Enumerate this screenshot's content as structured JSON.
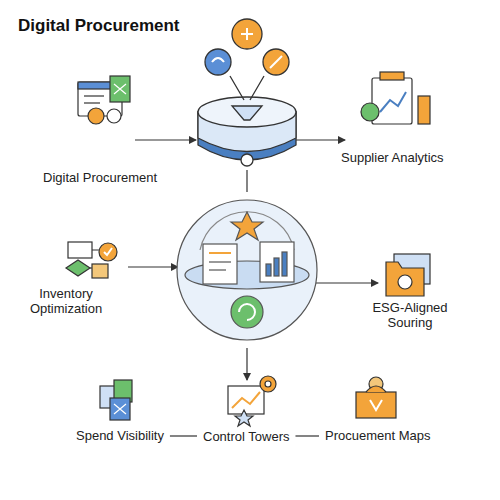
{
  "diagram": {
    "title": "Digital Procurement",
    "nodes": [
      {
        "text": [
          "Digital Procurement"
        ]
      },
      {
        "text": [
          "Supplier Analytics"
        ]
      },
      {
        "text": [
          "Inventory Optimization"
        ]
      },
      {
        "text": [
          "ESG-Aligned Souring"
        ]
      },
      {
        "text": [
          "Spend Visibility"
        ]
      },
      {
        "text": [
          "Control Towers"
        ]
      },
      {
        "text": [
          "Procuement Maps"
        ]
      }
    ],
    "edges": [
      {
        "from": 4,
        "to": 5,
        "arrow": "none"
      },
      {
        "from": 5,
        "to": 6,
        "arrow": "none"
      }
    ]
  }
}
